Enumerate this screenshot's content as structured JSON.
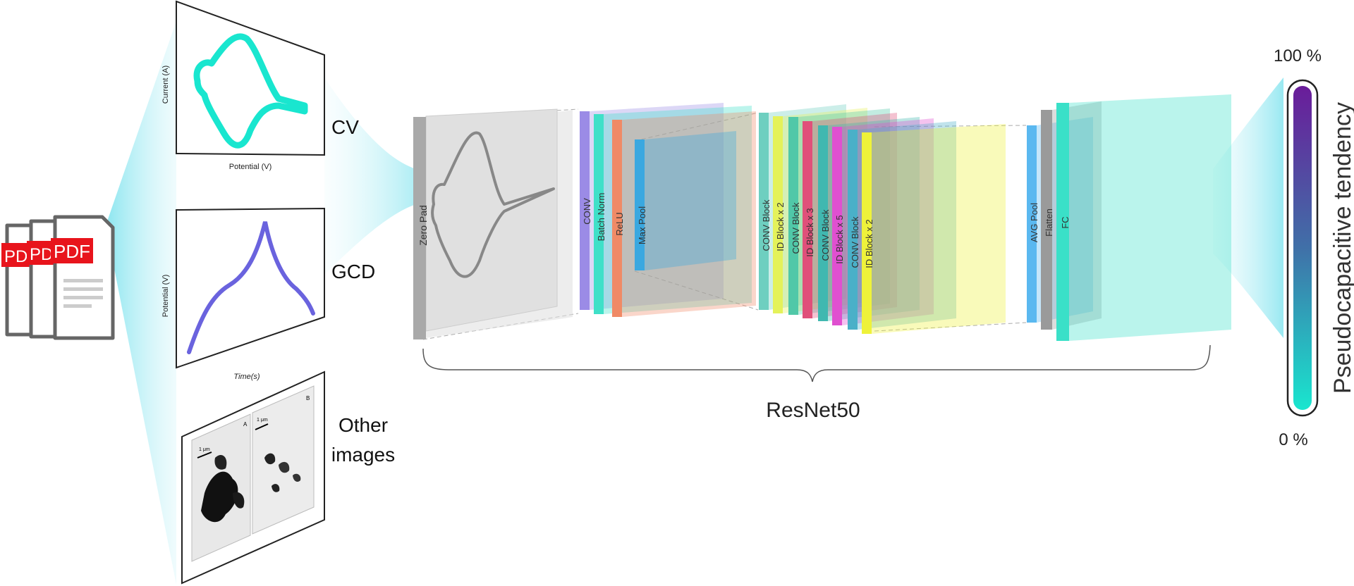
{
  "inputs": {
    "pdf_label": "PDF",
    "cv": {
      "name": "CV",
      "x_axis": "Potential (V)",
      "y_axis": "Current (A)",
      "curve_color": "#19e6cf"
    },
    "gcd": {
      "name": "GCD",
      "x_axis": "Time(s)",
      "y_axis": "Potential (V)",
      "curve_color": "#6a63de"
    },
    "other": {
      "name_line1": "Other",
      "name_line2": "images",
      "scale_bar": "1 μm",
      "panel_a": "A",
      "panel_b": "B"
    }
  },
  "network": {
    "name": "ResNet50",
    "layers": [
      {
        "label": "Zero Pad",
        "color": "#a9a9a9"
      },
      {
        "label": "CONV",
        "color": "#9b8be6"
      },
      {
        "label": "Batch Norm",
        "color": "#3fe0c8"
      },
      {
        "label": "ReLU",
        "color": "#f08a66"
      },
      {
        "label": "Max Pool",
        "color": "#3aa8e0"
      },
      {
        "label": "CONV Block",
        "color": "#6ecfc0"
      },
      {
        "label": "ID Block x 2",
        "color": "#e4f25a"
      },
      {
        "label": "CONV Block",
        "color": "#50c8a8"
      },
      {
        "label": "ID Block x 3",
        "color": "#e0507a"
      },
      {
        "label": "CONV Block",
        "color": "#40b8b0"
      },
      {
        "label": "ID Block x 5",
        "color": "#e050d0"
      },
      {
        "label": "CONV Block",
        "color": "#4ab0c8"
      },
      {
        "label": "ID Block x 2",
        "color": "#eef23a"
      },
      {
        "label": "AVG Pool",
        "color": "#5ab8f0"
      },
      {
        "label": "Flatten",
        "color": "#9a9a9a"
      },
      {
        "label": "FC",
        "color": "#3ae0c8"
      }
    ]
  },
  "output": {
    "top_label": "100 %",
    "bottom_label": "0 %",
    "title": "Pseudocapacitive tendency",
    "gradient_top": "#6a1c9a",
    "gradient_bottom": "#19e6cf"
  }
}
